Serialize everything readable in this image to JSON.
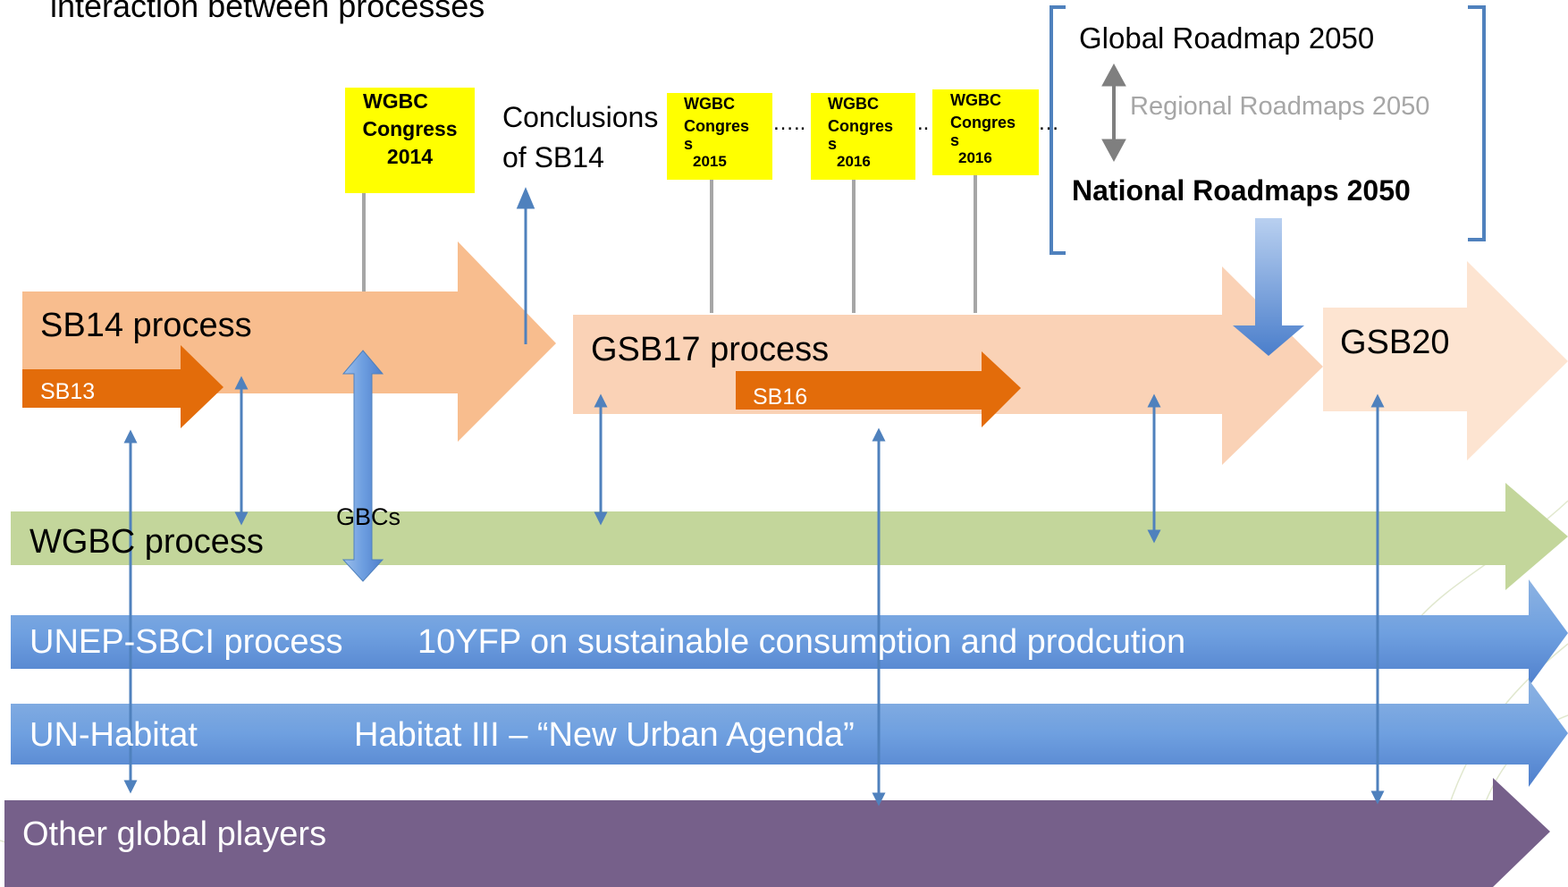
{
  "header_text": "interaction between processes",
  "roadmaps": {
    "global": "Global Roadmap 2050",
    "regional": "Regional Roadmaps 2050",
    "national": "National Roadmaps 2050"
  },
  "congresses": [
    {
      "line1": "WGBC",
      "line2": "Congress",
      "line3": "",
      "year": "2014"
    },
    {
      "line1": "WGBC",
      "line2": "Congres",
      "line3": "s",
      "year": "2015"
    },
    {
      "line1": "WGBC",
      "line2": "Congres",
      "line3": "s",
      "year": "2016"
    },
    {
      "line1": "WGBC",
      "line2": "Congres",
      "line3": "s",
      "year": "2016"
    }
  ],
  "dots": [
    "…..",
    "..",
    "…"
  ],
  "conclusions": {
    "line1": "Conclusions",
    "line2": "of SB14"
  },
  "processes": {
    "sb14": "SB14 process",
    "sb13": "SB13",
    "gsb17": "GSB17 process",
    "sb16": "SB16",
    "gsb20": "GSB20",
    "wgbc": "WGBC  process",
    "gbcs": "GBCs",
    "unep": "UNEP-SBCI process",
    "tenyfp": "10YFP on sustainable consumption and prodcution",
    "unhabitat": "UN-Habitat",
    "habitat3": "Habitat III – “New Urban Agenda”",
    "others": "Other global players"
  },
  "colors": {
    "sb14_band": "#f8bd8e",
    "gsb17_band": "#fad2b6",
    "gsb20_band": "#fde4d1",
    "sb_orange": "#e36c0a",
    "wgbc_green": "#c3d69b",
    "unep_blue": "#6fa0e0",
    "other_purple": "#76608a",
    "connector_blue": "#4f81bd",
    "sticky_yellow": "#ffff00",
    "grey_line": "#a6a6a6"
  }
}
